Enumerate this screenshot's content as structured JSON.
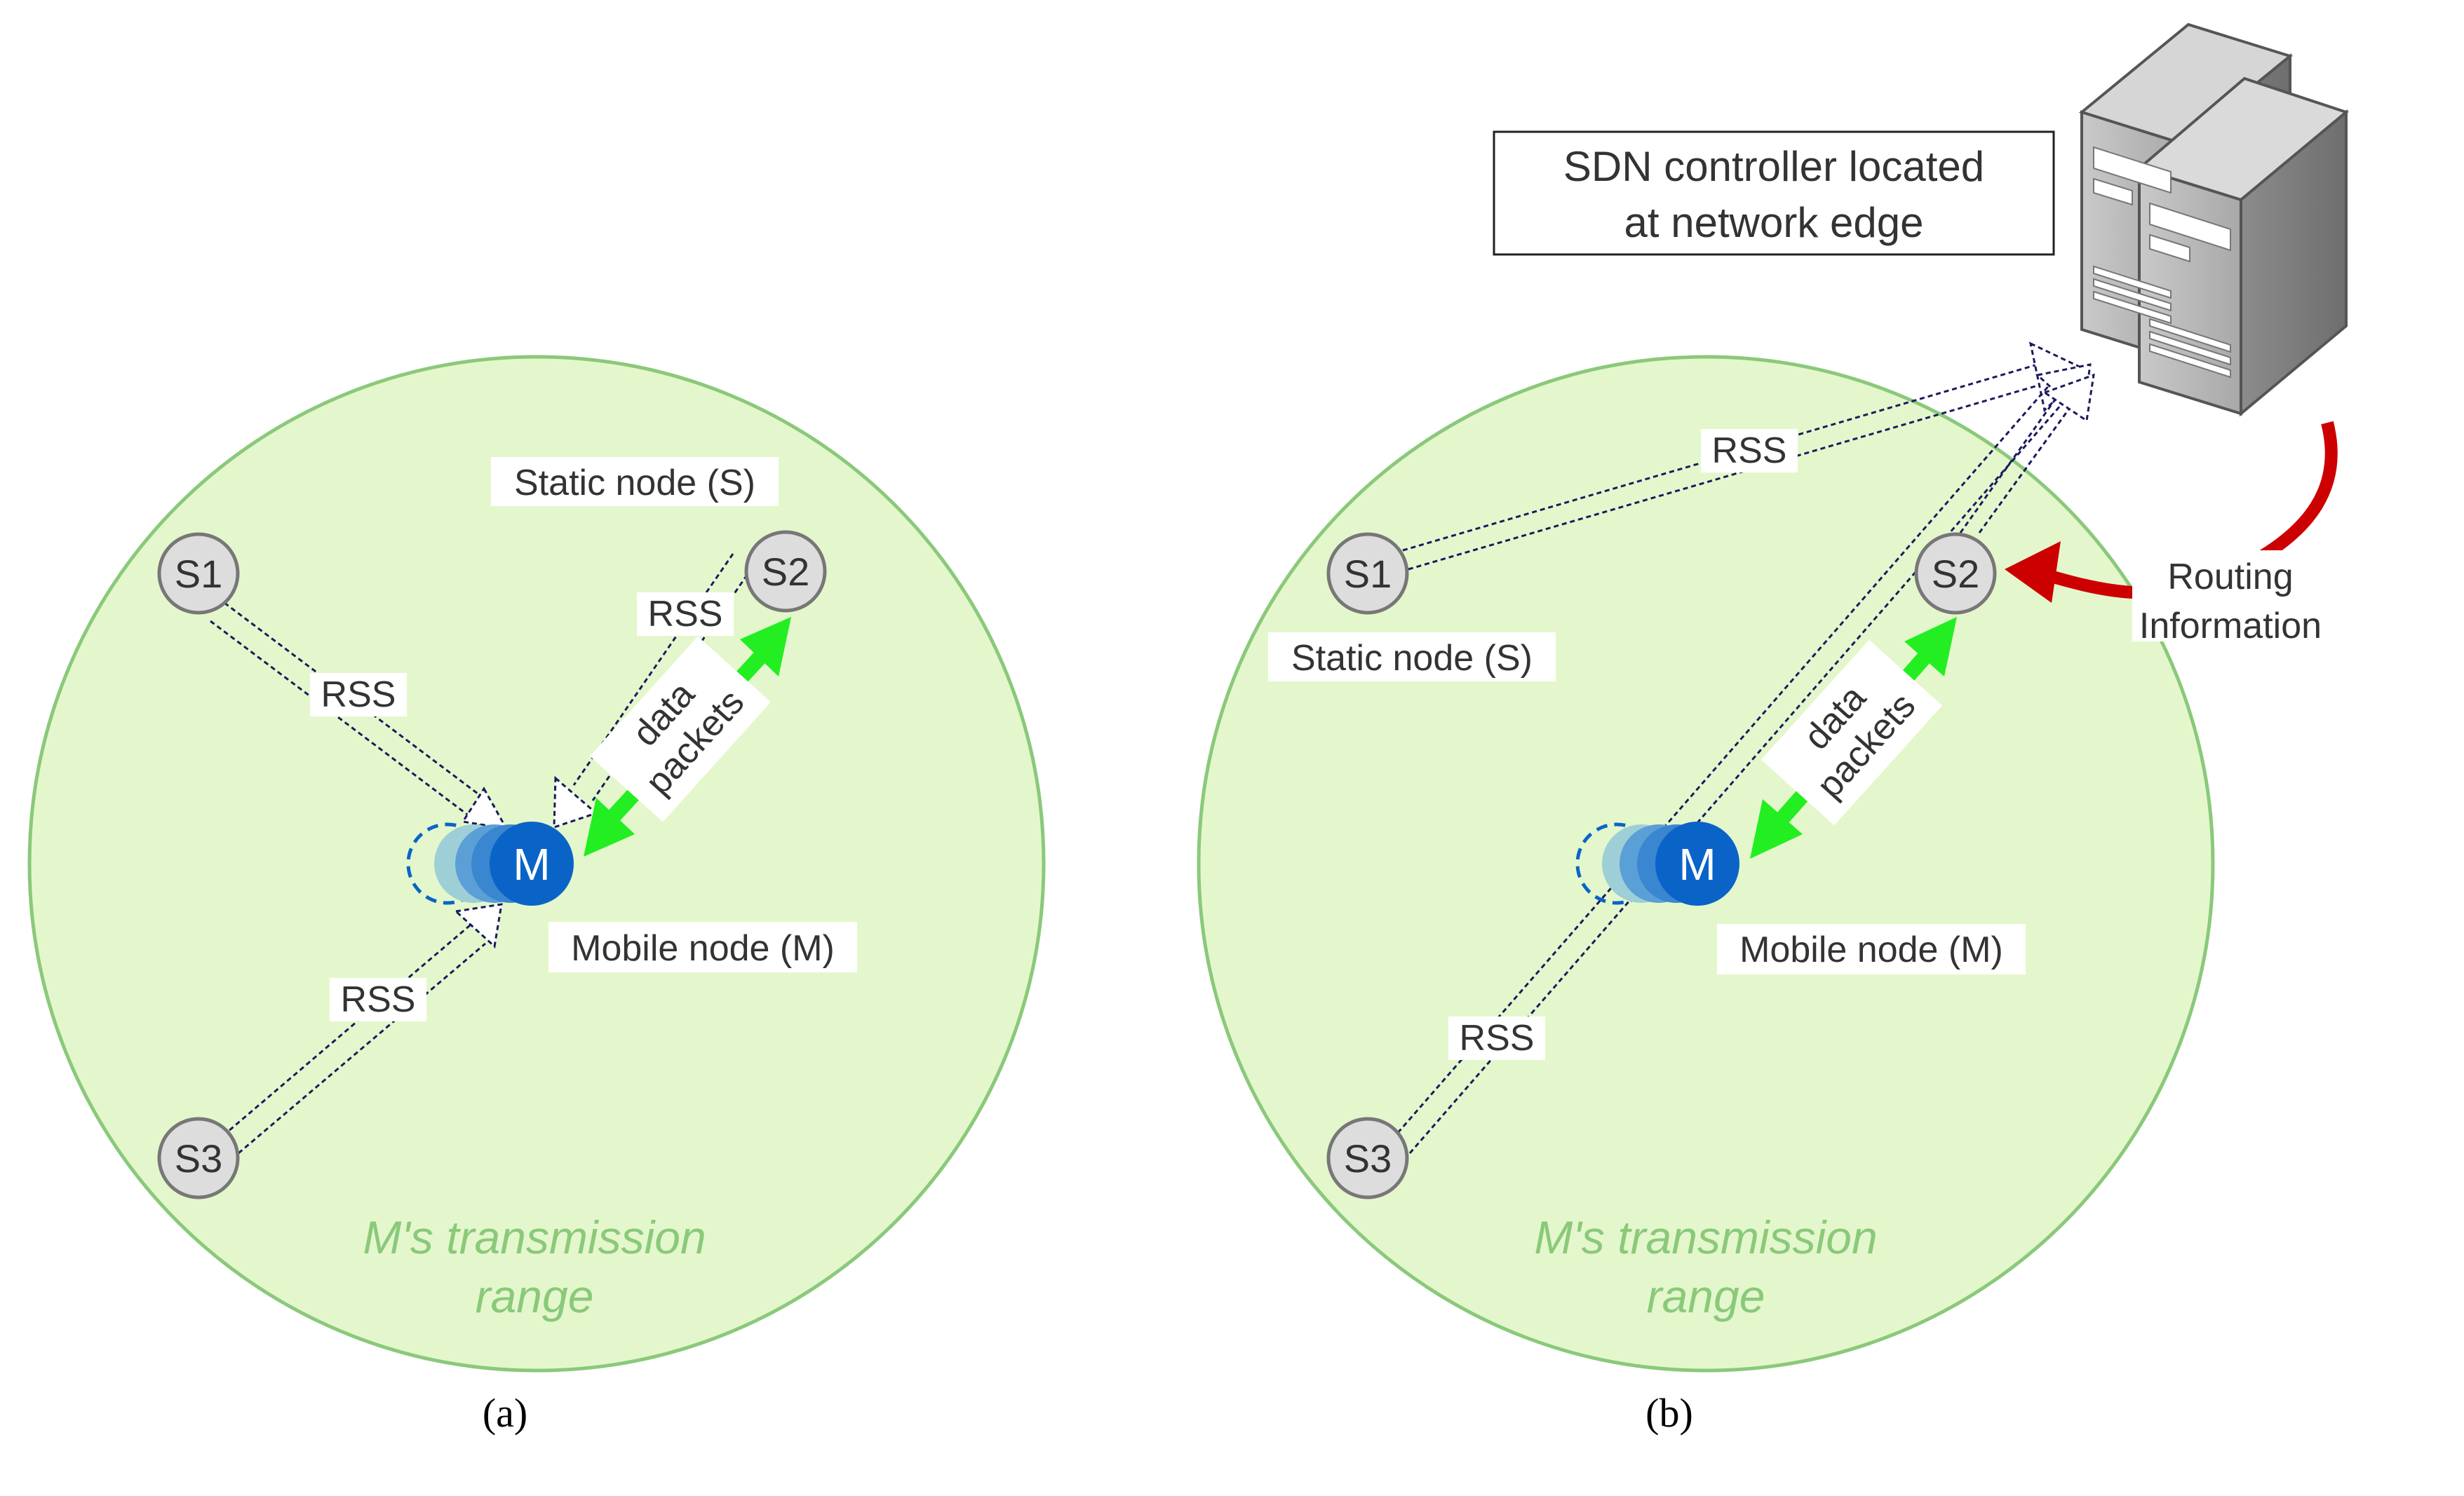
{
  "panel_a": {
    "caption": "(a)",
    "range_line1": "M's transmission",
    "range_line2": "range",
    "static_node_label": "Static node (S)",
    "mobile_node_label": "Mobile node (M)",
    "node_s1": "S1",
    "node_s2": "S2",
    "node_s3": "S3",
    "node_m": "M",
    "rss_s1": "RSS",
    "rss_s2": "RSS",
    "rss_s3": "RSS",
    "data_line1": "data",
    "data_line2": "packets"
  },
  "panel_b": {
    "caption": "(b)",
    "range_line1": "M's transmission",
    "range_line2": "range",
    "static_node_label": "Static node (S)",
    "mobile_node_label": "Mobile node (M)",
    "node_s1": "S1",
    "node_s2": "S2",
    "node_s3": "S3",
    "node_m": "M",
    "rss_top": "RSS",
    "rss_bottom": "RSS",
    "data_line1": "data",
    "data_line2": "packets",
    "controller_line1": "SDN controller located",
    "controller_line2": "at network edge",
    "routing_line1": "Routing",
    "routing_line2": "Information"
  },
  "colors": {
    "range_fill": "#e4f7cc",
    "range_stroke": "#8ac97a",
    "node_fill": "#dddddd",
    "mobile_node": "#0a64c8",
    "data_arrow": "#22ee22",
    "rss_arrow": "#1a1a5e",
    "routing_arrow": "#cc0000"
  }
}
